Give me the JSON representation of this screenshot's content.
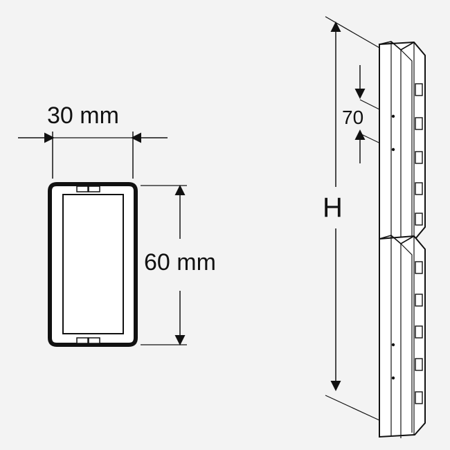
{
  "labels": {
    "profile_width": "30 mm",
    "profile_height": "60 mm",
    "slot_spacing": "70",
    "total_height": "H"
  },
  "colors": {
    "line": "#111111",
    "background": "#f3f3f3",
    "profile_fill": "#ffffff"
  }
}
